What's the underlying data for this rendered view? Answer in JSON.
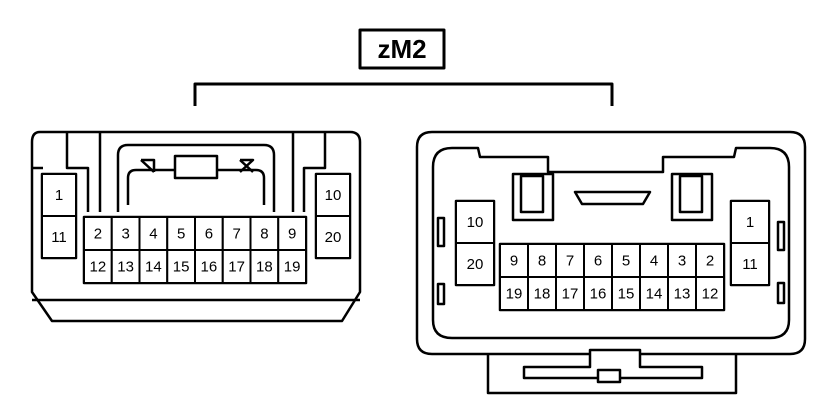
{
  "title": "zM2",
  "left_connector": {
    "side_left": [
      "1",
      "11"
    ],
    "side_right": [
      "10",
      "20"
    ],
    "top_row": [
      "2",
      "3",
      "4",
      "5",
      "6",
      "7",
      "8",
      "9"
    ],
    "bottom_row": [
      "12",
      "13",
      "14",
      "15",
      "16",
      "17",
      "18",
      "19"
    ]
  },
  "right_connector": {
    "side_left": [
      "10",
      "20"
    ],
    "side_right": [
      "1",
      "11"
    ],
    "top_row": [
      "9",
      "8",
      "7",
      "6",
      "5",
      "4",
      "3",
      "2"
    ],
    "bottom_row": [
      "19",
      "18",
      "17",
      "16",
      "15",
      "14",
      "13",
      "12"
    ]
  }
}
